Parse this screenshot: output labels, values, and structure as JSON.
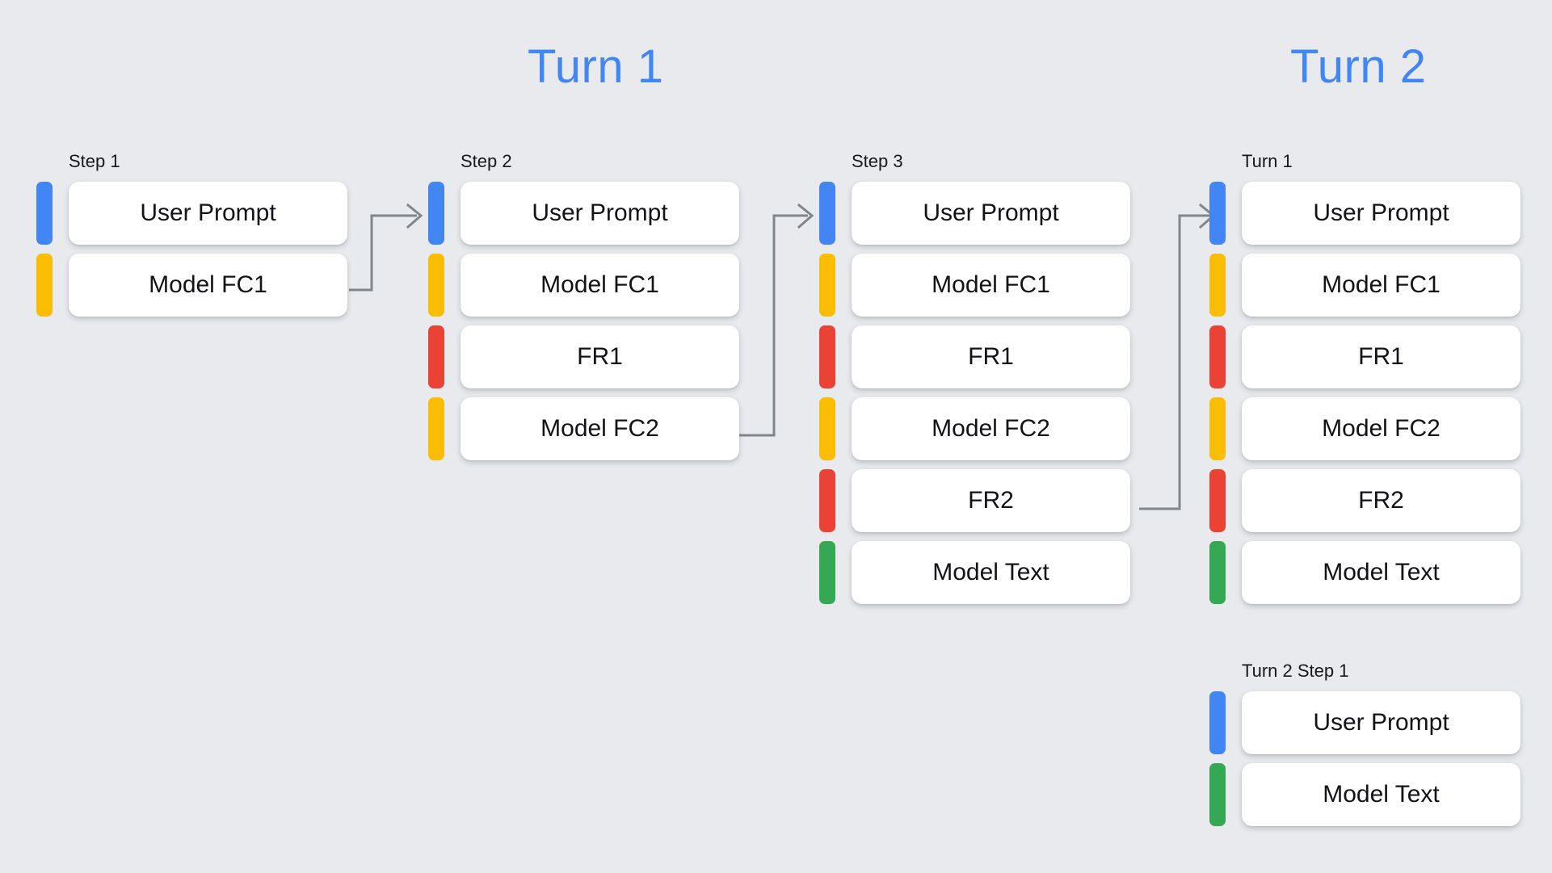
{
  "background_color": "#e8eaed",
  "palette": {
    "blue": "#4285f4",
    "yellow": "#fbbc04",
    "red": "#ea4335",
    "green": "#34a853",
    "card": "#ffffff",
    "connector": "#80868b"
  },
  "headings": {
    "turn1": "Turn 1",
    "turn2": "Turn 2"
  },
  "columns": [
    {
      "label": "Step 1",
      "rows": [
        {
          "color": "blue",
          "text": "User Prompt"
        },
        {
          "color": "yellow",
          "text": "Model FC1"
        }
      ]
    },
    {
      "label": "Step 2",
      "rows": [
        {
          "color": "blue",
          "text": "User Prompt"
        },
        {
          "color": "yellow",
          "text": "Model FC1"
        },
        {
          "color": "red",
          "text": "FR1"
        },
        {
          "color": "yellow",
          "text": "Model FC2"
        }
      ]
    },
    {
      "label": "Step 3",
      "rows": [
        {
          "color": "blue",
          "text": "User Prompt"
        },
        {
          "color": "yellow",
          "text": "Model FC1"
        },
        {
          "color": "red",
          "text": "FR1"
        },
        {
          "color": "yellow",
          "text": "Model FC2"
        },
        {
          "color": "red",
          "text": "FR2"
        },
        {
          "color": "green",
          "text": "Model Text"
        }
      ]
    },
    {
      "label": "Turn 1",
      "rows": [
        {
          "color": "blue",
          "text": "User Prompt"
        },
        {
          "color": "yellow",
          "text": "Model FC1"
        },
        {
          "color": "red",
          "text": "FR1"
        },
        {
          "color": "yellow",
          "text": "Model FC2"
        },
        {
          "color": "red",
          "text": "FR2"
        },
        {
          "color": "green",
          "text": "Model Text"
        }
      ]
    },
    {
      "label": "Turn 2 Step 1",
      "rows": [
        {
          "color": "blue",
          "text": "User Prompt"
        },
        {
          "color": "green",
          "text": "Model Text"
        }
      ]
    }
  ]
}
